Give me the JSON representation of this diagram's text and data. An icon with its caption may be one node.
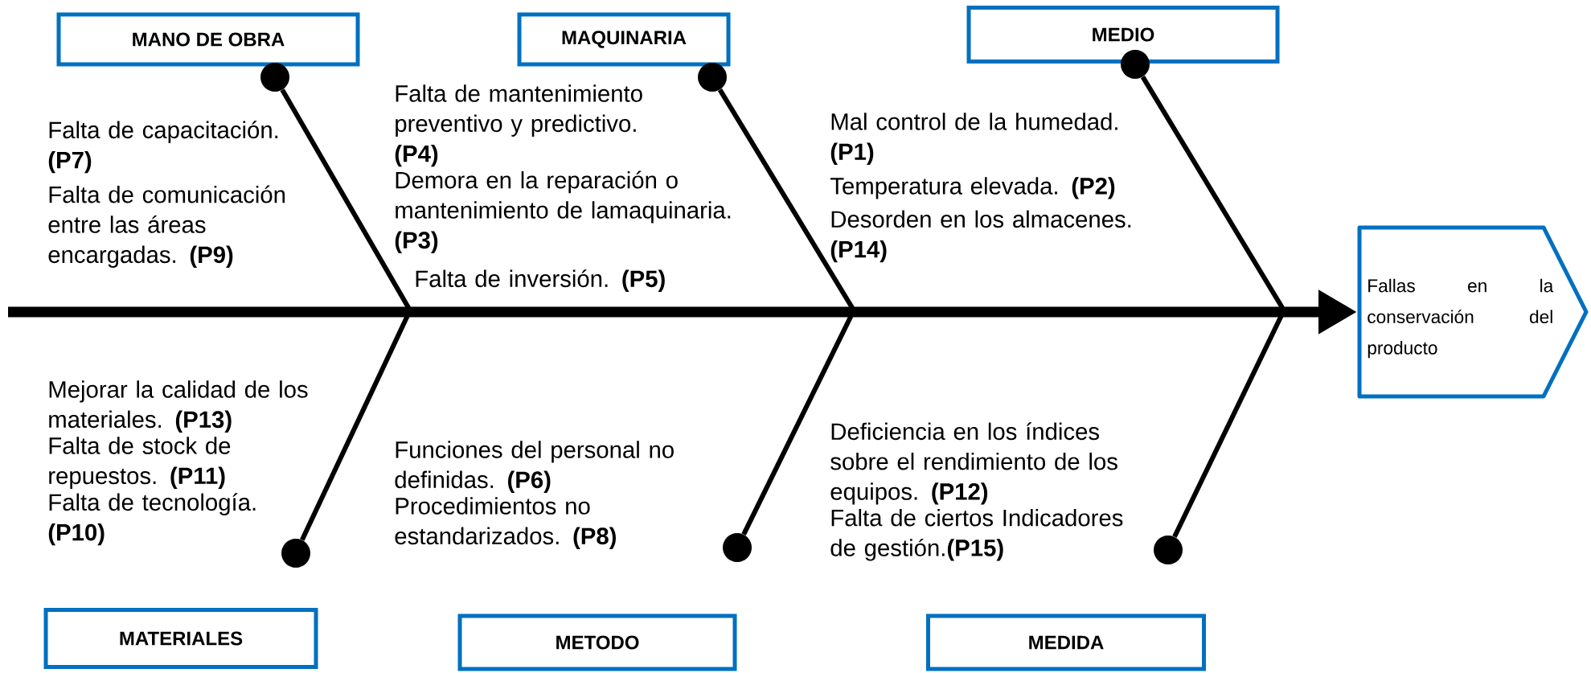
{
  "diagram": {
    "nodes": [
      {
        "text": [
          "MANO DE OBRA"
        ]
      },
      {
        "text": [
          "MAQUINARIA"
        ]
      },
      {
        "text": [
          "MEDIO"
        ]
      },
      {
        "text": [
          "MATERIALES"
        ]
      },
      {
        "text": [
          "METODO"
        ]
      },
      {
        "text": [
          "MEDIDA"
        ]
      },
      {
        "text": [
          "Fallas en la conservación del producto"
        ]
      },
      {
        "text": [],
        "shape": "circle"
      },
      {
        "text": [],
        "shape": "circle"
      },
      {
        "text": [],
        "shape": "circle"
      },
      {
        "text": [],
        "shape": "circle"
      },
      {
        "text": [],
        "shape": "circle"
      },
      {
        "text": [],
        "shape": "circle"
      }
    ],
    "edges": [
      {
        "from": 7,
        "to": null,
        "arrow": "none"
      },
      {
        "from": 8,
        "to": null,
        "arrow": "none"
      },
      {
        "from": 9,
        "to": null,
        "arrow": "none"
      },
      {
        "from": 10,
        "to": null,
        "arrow": "none"
      },
      {
        "from": 11,
        "to": null,
        "arrow": "none"
      },
      {
        "from": 12,
        "to": null,
        "arrow": "none"
      },
      {
        "from": null,
        "to": 6,
        "arrow": "to",
        "style": "thick"
      }
    ],
    "labels": [
      "Falta de capacitación. **(P7)**",
      "Falta de comunicación entre las áreas encargadas. **(P9)**",
      "Falta de mantenimiento preventivo y predictivo. **(P4)**",
      "Demora en la reparación o mantenimiento de lamaquinaria. **(P3)**",
      "Falta de inversión. **(P5)**",
      "Mal control de la humedad. **(P1)**",
      "Temperatura elevada. **(P2)**",
      "Desorden en los almacenes. **(P14)**",
      "Mejorar la calidad de los materiales. **(P13)**",
      "Falta de stock de repuestos. **(P11)**",
      "Falta de tecnología. **(P10)**",
      "Funciones del personal no definidas. **(P6)**",
      "Procedimientos no estandarizados. **(P8)**",
      "Deficiencia en los índices sobre el rendimiento de los equipos. **(P12)**",
      "Falta de ciertos Indicadores de gestión.**(P15)**"
    ]
  }
}
